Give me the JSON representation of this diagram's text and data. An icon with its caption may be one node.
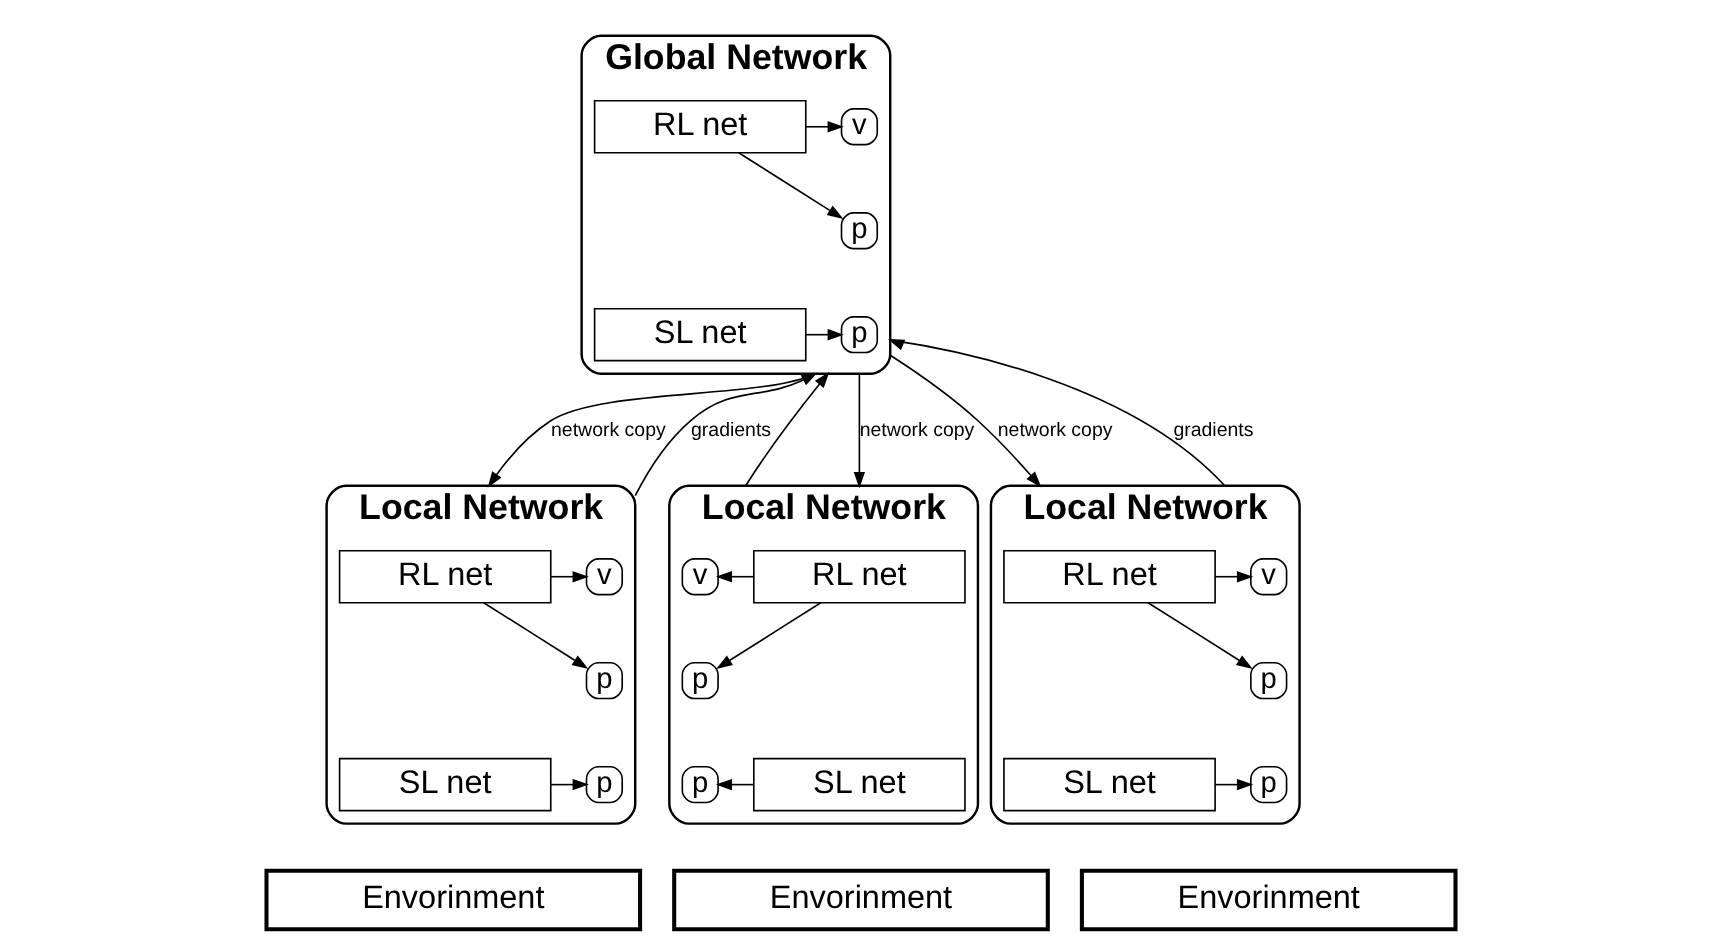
{
  "diagram": {
    "nodes": [
      {
        "text": [
          "Global Network"
        ]
      },
      {
        "text": [
          "RL net"
        ],
        "in": 0
      },
      {
        "text": [
          "v"
        ],
        "in": 0
      },
      {
        "text": [
          "p"
        ],
        "in": 0
      },
      {
        "text": [
          "SL net"
        ],
        "in": 0
      },
      {
        "text": [
          "p"
        ],
        "in": 0
      },
      {
        "text": [
          "Local Network"
        ]
      },
      {
        "text": [
          "RL net"
        ],
        "in": 6
      },
      {
        "text": [
          "v"
        ],
        "in": 6
      },
      {
        "text": [
          "p"
        ],
        "in": 6
      },
      {
        "text": [
          "SL net"
        ],
        "in": 6
      },
      {
        "text": [
          "p"
        ],
        "in": 6
      },
      {
        "text": [
          "Local Network"
        ]
      },
      {
        "text": [
          "RL net"
        ],
        "in": 12
      },
      {
        "text": [
          "v"
        ],
        "in": 12
      },
      {
        "text": [
          "p"
        ],
        "in": 12
      },
      {
        "text": [
          "SL net"
        ],
        "in": 12
      },
      {
        "text": [
          "p"
        ],
        "in": 12
      },
      {
        "text": [
          "Local Network"
        ]
      },
      {
        "text": [
          "RL net"
        ],
        "in": 18
      },
      {
        "text": [
          "v"
        ],
        "in": 18
      },
      {
        "text": [
          "p"
        ],
        "in": 18
      },
      {
        "text": [
          "SL net"
        ],
        "in": 18
      },
      {
        "text": [
          "p"
        ],
        "in": 18
      },
      {
        "text": [
          "Envorinment"
        ]
      },
      {
        "text": [
          "Envorinment"
        ]
      },
      {
        "text": [
          "Envorinment"
        ]
      }
    ],
    "edges": [
      {
        "from": 1,
        "to": 2,
        "arrow": "to"
      },
      {
        "from": 1,
        "to": 3,
        "arrow": "to"
      },
      {
        "from": 4,
        "to": 5,
        "arrow": "to"
      },
      {
        "from": 7,
        "to": 8,
        "arrow": "to"
      },
      {
        "from": 7,
        "to": 9,
        "arrow": "to"
      },
      {
        "from": 10,
        "to": 11,
        "arrow": "to"
      },
      {
        "from": 13,
        "to": 14,
        "arrow": "to"
      },
      {
        "from": 13,
        "to": 15,
        "arrow": "to"
      },
      {
        "from": 16,
        "to": 17,
        "arrow": "to"
      },
      {
        "from": 19,
        "to": 20,
        "arrow": "to"
      },
      {
        "from": 19,
        "to": 21,
        "arrow": "to"
      },
      {
        "from": 22,
        "to": 23,
        "arrow": "to"
      },
      {
        "from": 0,
        "to": 6,
        "arrow": "to",
        "label": "network copy"
      },
      {
        "from": 6,
        "to": 0,
        "arrow": "to",
        "label": "gradients"
      },
      {
        "from": 0,
        "to": 12,
        "arrow": "to",
        "label": "network copy"
      },
      {
        "from": 12,
        "to": 0,
        "arrow": "to"
      },
      {
        "from": 0,
        "to": 18,
        "arrow": "to",
        "label": "network copy"
      },
      {
        "from": 18,
        "to": 0,
        "arrow": "to",
        "label": "gradients"
      }
    ]
  }
}
